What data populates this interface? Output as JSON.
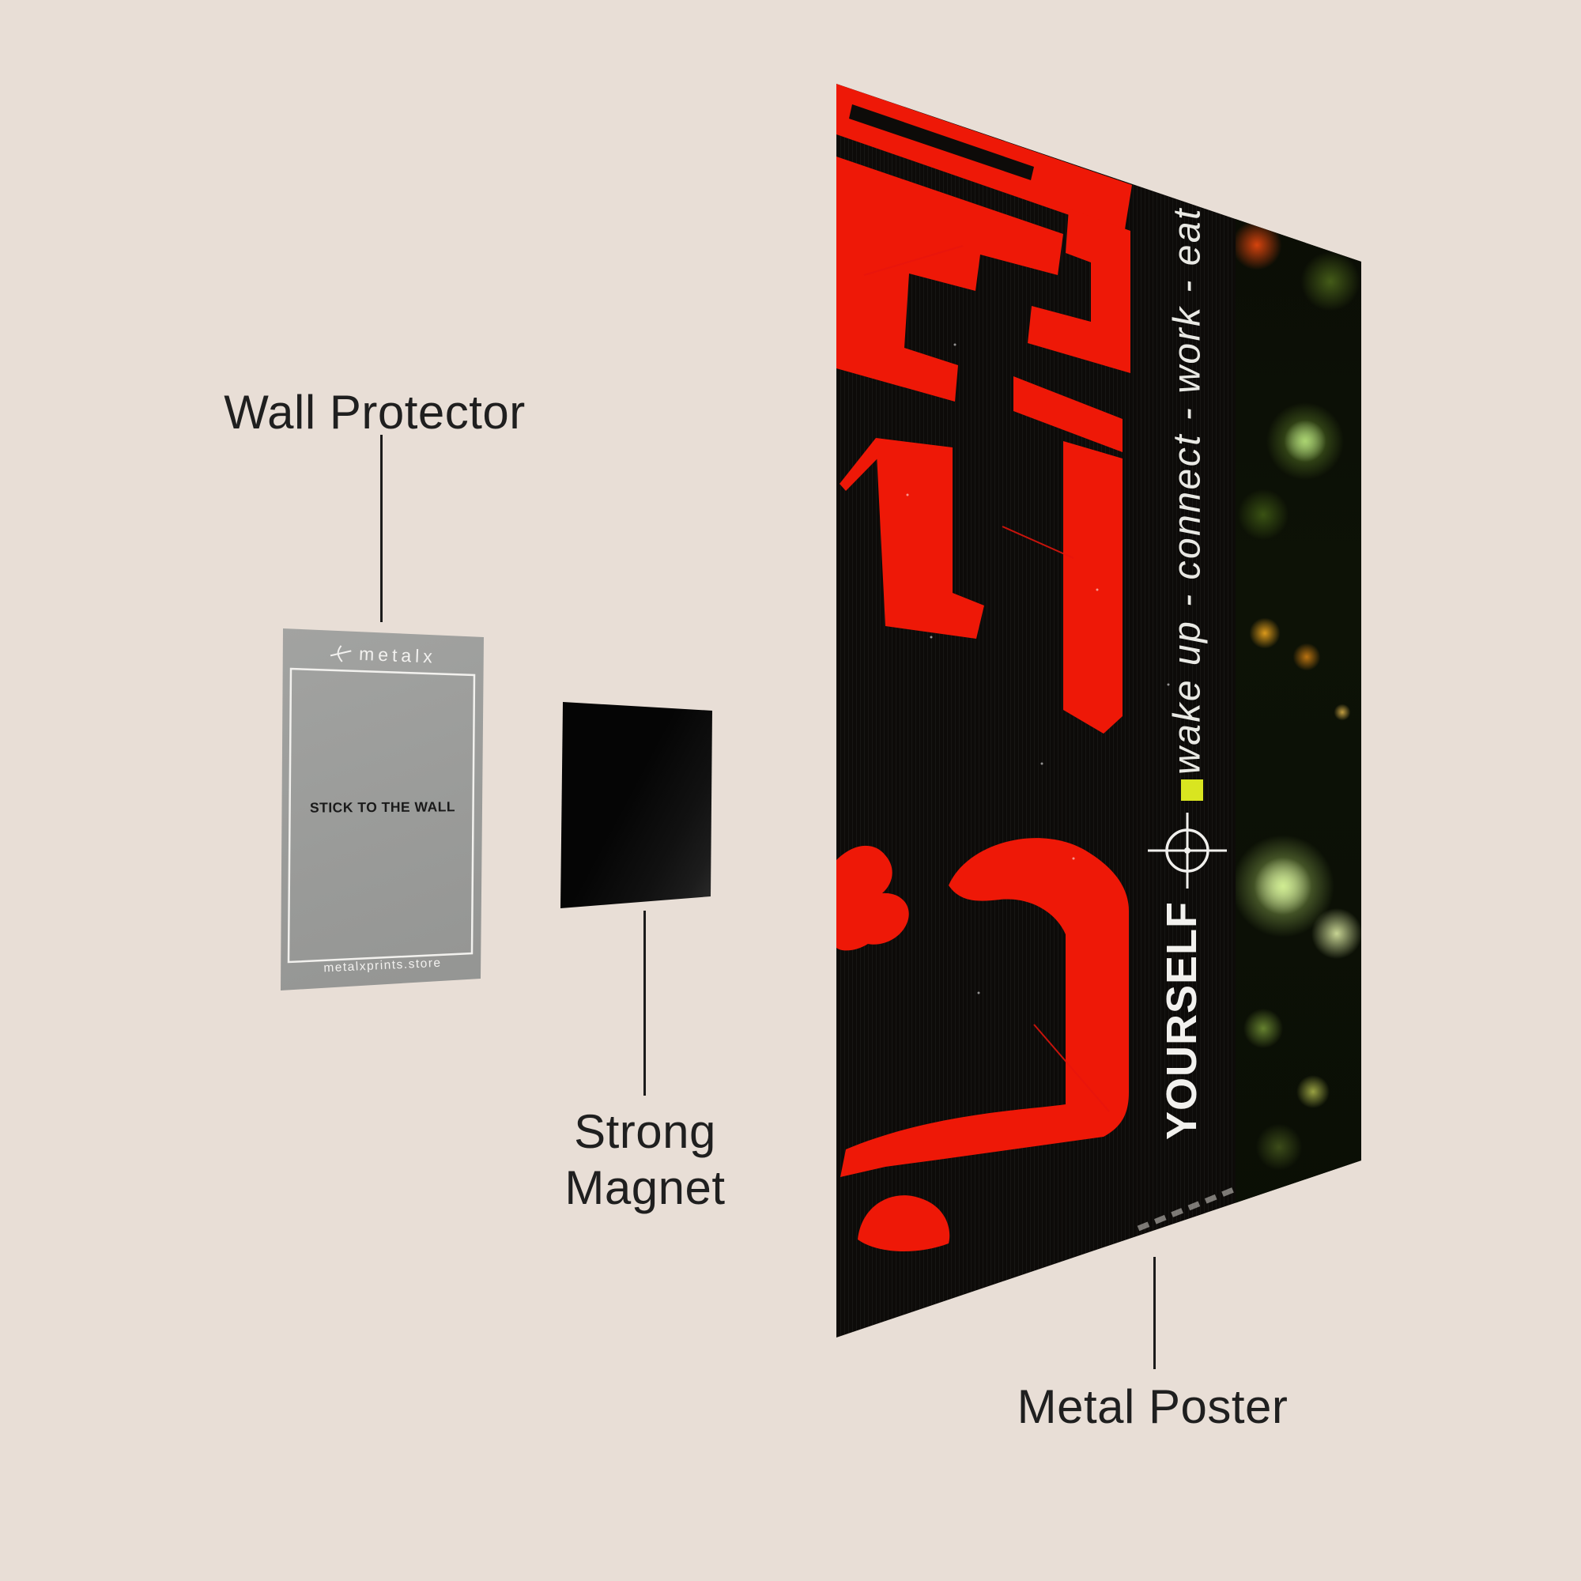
{
  "page": {
    "background_color": "#e8ded6",
    "label_color": "#1f1f1f"
  },
  "callouts": {
    "wall_protector": {
      "label": "Wall Protector"
    },
    "strong_magnet": {
      "label": "Strong Magnet"
    },
    "metal_poster": {
      "label": "Metal Poster"
    }
  },
  "wall_protector_card": {
    "brand": "metalx",
    "center_text": "STICK TO THE WALL",
    "footer_text": "metalxprints.store",
    "card_color": "#9c9d9b",
    "border_color": "#f2f1ee",
    "text_color": "#1a1a1a"
  },
  "magnet": {
    "color": "#0a0a0a"
  },
  "poster": {
    "vertical_text": {
      "word": "YOURSELF",
      "phrase": "wake up - connect - work - eat",
      "color": "#f2f1ee"
    },
    "accent_square_color": "#d9e520",
    "red_color": "#ee1807",
    "black_color": "#0d0b09"
  },
  "icons": {
    "logo_mark": "metalx-logo-mark",
    "crosshair": "target-crosshair"
  }
}
